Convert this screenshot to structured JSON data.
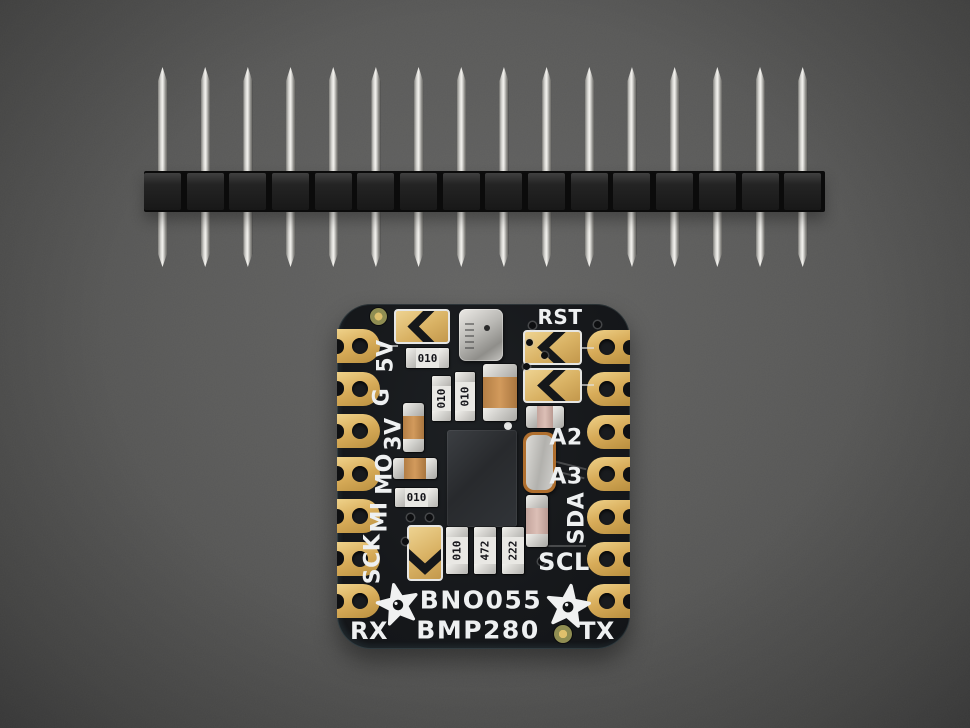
{
  "scene": {
    "objects": [
      "16-pin male header strip",
      "BNO055 BMP280 sensor breakout board"
    ]
  },
  "pin_header": {
    "pin_count": 16,
    "pin_color": "#d6d5d1",
    "plastic_color": "#181818"
  },
  "board": {
    "titles": {
      "line1": "BNO055",
      "line2": "BMP280"
    },
    "labels": {
      "v5": "5V",
      "gnd": "G",
      "v3": "3V",
      "mo": "MO",
      "mi": "MI",
      "sck": "SCK",
      "rx": "RX",
      "rst": "RST",
      "a2": "A2",
      "a3": "A3",
      "sda": "SDA",
      "scl": "SCL",
      "tx": "TX"
    },
    "pad_count_per_side": 7,
    "resistor_marks": [
      "010",
      "010",
      "010",
      "010",
      "010",
      "472",
      "222"
    ],
    "colors": {
      "pcb": "#17191c",
      "gold": "#d7ab58",
      "silkscreen": "#eef0f1"
    },
    "logo": "adafruit-flower"
  }
}
